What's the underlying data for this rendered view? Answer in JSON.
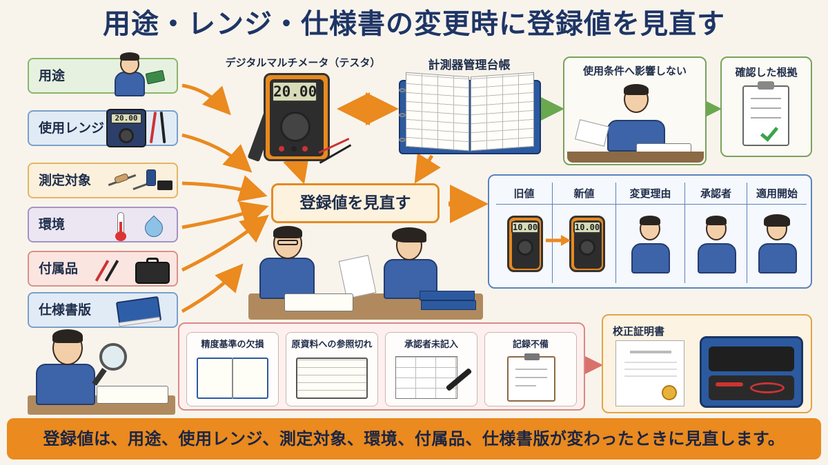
{
  "title": "用途・レンジ・仕様書の変更時に登録値を見直す",
  "factors": [
    {
      "label": "用途"
    },
    {
      "label": "使用レンジ",
      "display": "20.00"
    },
    {
      "label": "測定対象"
    },
    {
      "label": "環境"
    },
    {
      "label": "付属品"
    },
    {
      "label": "仕様書版"
    }
  ],
  "multimeter": {
    "label": "デジタルマルチメータ（テスタ）",
    "display": "20.00"
  },
  "ledger": {
    "label": "計測器管理台帳"
  },
  "no_effect": {
    "label": "使用条件へ影響しない"
  },
  "evidence": {
    "label": "確認した根拠"
  },
  "center": {
    "label": "登録値を見直す"
  },
  "record_table": {
    "headers": [
      "旧値",
      "新値",
      "変更理由",
      "承認者",
      "適用開始"
    ],
    "old_display": "10.00",
    "new_display": "10.00"
  },
  "issues": [
    {
      "label": "精度基準の欠損"
    },
    {
      "label": "原資料への参照切れ"
    },
    {
      "label": "承認者未記入"
    },
    {
      "label": "記録不備"
    }
  ],
  "certificate": {
    "label": "校正証明書"
  },
  "footer": "登録値は、用途、使用レンジ、測定対象、環境、付属品、仕様書版が変わったときに見直します。",
  "colors": {
    "title": "#1e3566",
    "accent_orange": "#ea8a1f",
    "arrow_green": "#6aa84f",
    "arrow_red": "#d9726b",
    "table_border": "#5b82bd"
  }
}
